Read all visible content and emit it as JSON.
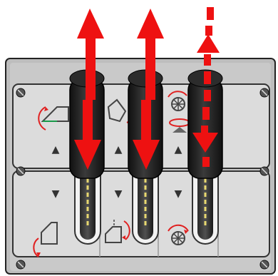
{
  "panel": {
    "levers": [
      {
        "id": "lever-1",
        "motion": "pull-down",
        "arrow_style": "solid"
      },
      {
        "id": "lever-2",
        "motion": "pull-down",
        "arrow_style": "solid"
      },
      {
        "id": "lever-3",
        "motion": "pull-down",
        "arrow_style": "dashed"
      }
    ],
    "direction_marks": {
      "up": "▲",
      "down": "▼"
    },
    "symbols": {
      "column_1_top": "boom-tilt-up-icon",
      "column_1_bottom": "boom-tilt-down-icon",
      "column_2_top": "hydraulic-motion-icon",
      "column_2_bottom": "hydraulic-motion-icon",
      "column_3_top": "rotation-icon",
      "column_3_bottom": "rotation-icon"
    },
    "colors": {
      "arrow_red": "#ee1111",
      "plate": "#d4d4d4",
      "plate_dark": "#9a9a9a",
      "knob": "#1c1c1c",
      "stripe": "#e8d870"
    }
  }
}
